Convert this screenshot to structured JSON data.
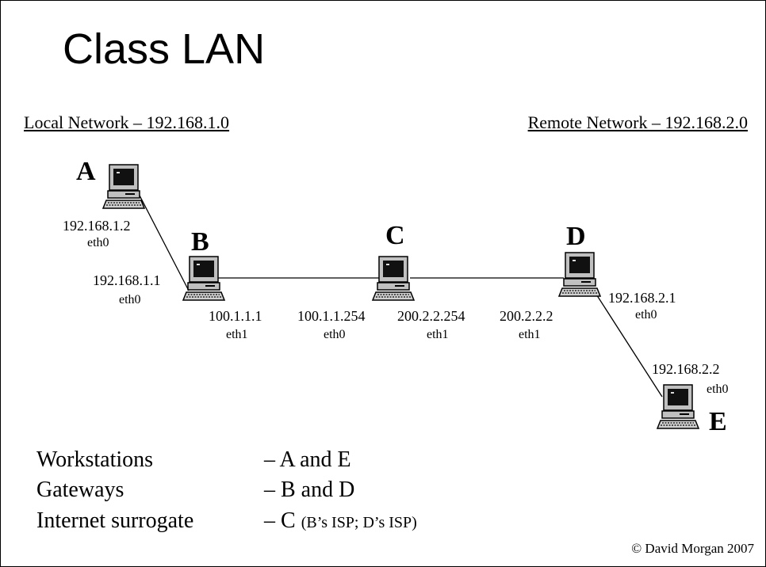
{
  "title": "Class LAN",
  "local_network": "Local Network – 192.168.1.0",
  "remote_network": "Remote Network – 192.168.2.0",
  "nodes": [
    {
      "id": "A",
      "label": "A"
    },
    {
      "id": "B",
      "label": "B"
    },
    {
      "id": "C",
      "label": "C"
    },
    {
      "id": "D",
      "label": "D"
    },
    {
      "id": "E",
      "label": "E"
    }
  ],
  "links": [
    {
      "from": "A",
      "to": "B"
    },
    {
      "from": "B",
      "to": "C"
    },
    {
      "from": "C",
      "to": "D"
    },
    {
      "from": "D",
      "to": "E"
    }
  ],
  "interfaces": {
    "a_eth0": {
      "ip": "192.168.1.2",
      "name": "eth0"
    },
    "b_eth0": {
      "ip": "192.168.1.1",
      "name": "eth0"
    },
    "b_eth1": {
      "ip": "100.1.1.1",
      "name": "eth1"
    },
    "c_eth0": {
      "ip": "100.1.1.254",
      "name": "eth0"
    },
    "c_eth1": {
      "ip": "200.2.2.254",
      "name": "eth1"
    },
    "d_eth1": {
      "ip": "200.2.2.2",
      "name": "eth1"
    },
    "d_eth0": {
      "ip": "192.168.2.1",
      "name": "eth0"
    },
    "e_eth0": {
      "ip": "192.168.2.2",
      "name": "eth0"
    }
  },
  "summary": [
    {
      "term": "Workstations",
      "desc": "– A and E",
      "note": ""
    },
    {
      "term": "Gateways",
      "desc": "– B and D",
      "note": ""
    },
    {
      "term": "Internet surrogate",
      "desc": "– C",
      "note": "(B’s ISP; D’s ISP)"
    }
  ],
  "copyright": "© David Morgan 2007",
  "icons": {
    "computer": "computer-icon"
  }
}
